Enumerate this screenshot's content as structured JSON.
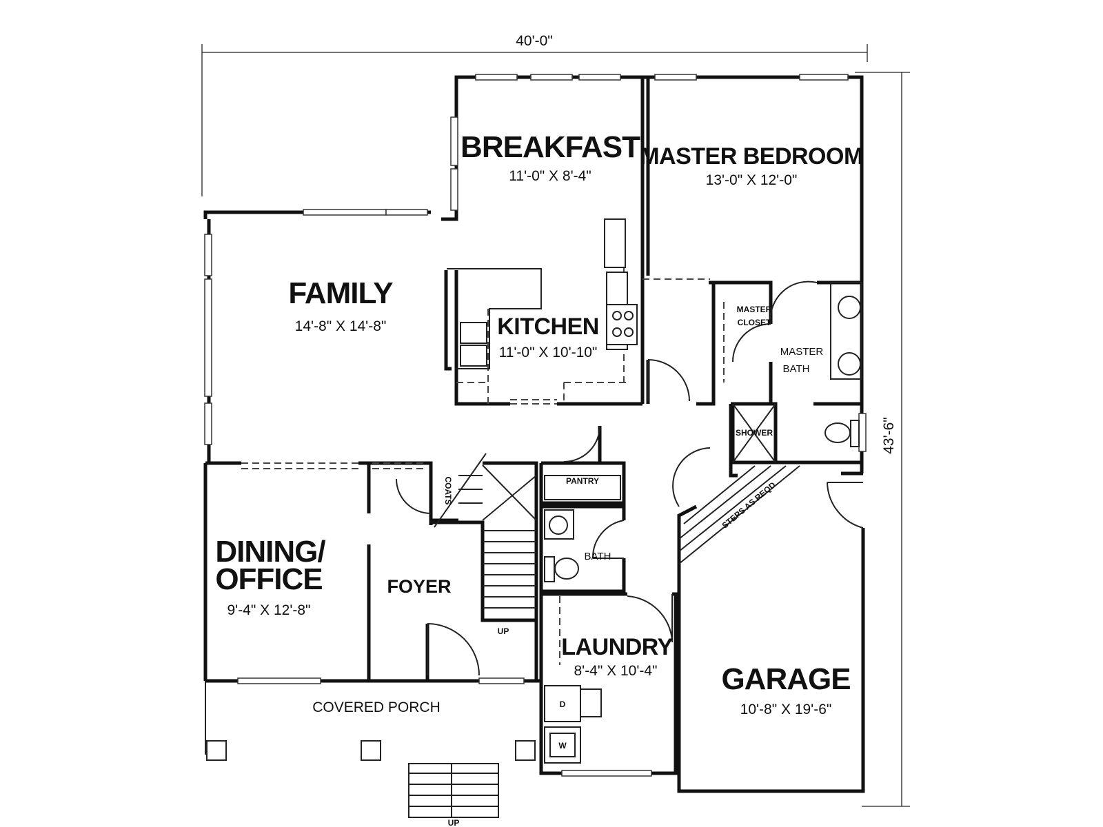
{
  "dimensions": {
    "overall_width": "40'-0\"",
    "overall_depth": "43'-6\""
  },
  "rooms": {
    "breakfast": {
      "name": "BREAKFAST",
      "size": "11'-0\" X 8'-4\""
    },
    "master_bedroom": {
      "name": "MASTER BEDROOM",
      "size": "13'-0\" X 12'-0\""
    },
    "family": {
      "name": "FAMILY",
      "size": "14'-8\" X 14'-8\""
    },
    "kitchen": {
      "name": "KITCHEN",
      "size": "11'-0\" X 10'-10\""
    },
    "master_closet": {
      "name_line1": "MASTER",
      "name_line2": "CLOSET"
    },
    "master_bath": {
      "name_line1": "MASTER",
      "name_line2": "BATH"
    },
    "shower": {
      "name": "SHOWER"
    },
    "pantry": {
      "name": "PANTRY"
    },
    "coats": {
      "name": "COATS"
    },
    "steps": {
      "name": "STEPS AS REQD."
    },
    "bath": {
      "name": "BATH"
    },
    "dining_office": {
      "name_line1": "DINING/",
      "name_line2": "OFFICE",
      "size": "9'-4\" X 12'-8\""
    },
    "foyer": {
      "name": "FOYER"
    },
    "laundry": {
      "name": "LAUNDRY",
      "size": "8'-4\" X 10'-4\""
    },
    "garage": {
      "name": "GARAGE",
      "size": "10'-8\" X 19'-6\""
    },
    "covered_porch": {
      "name": "COVERED PORCH"
    }
  },
  "annotations": {
    "stair_up": "UP",
    "porch_steps_up": "UP",
    "dryer": "D",
    "washer": "W"
  }
}
